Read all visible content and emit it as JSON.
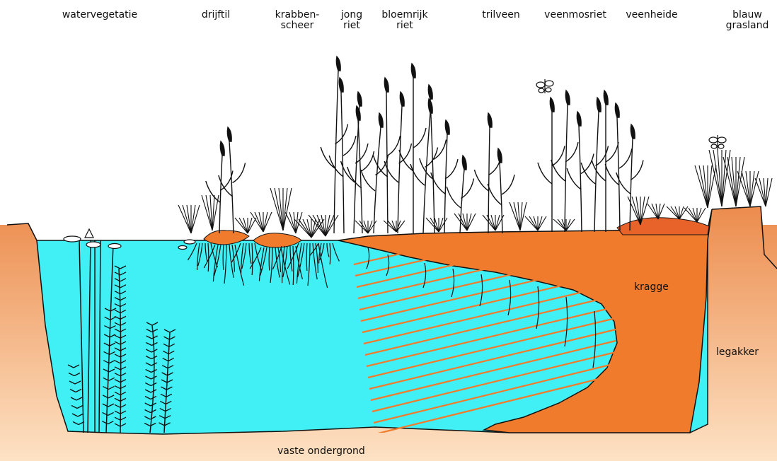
{
  "zones": [
    {
      "id": "watervegetatie",
      "lines": [
        "watervegetatie"
      ]
    },
    {
      "id": "drijftil",
      "lines": [
        "drijftil"
      ]
    },
    {
      "id": "krabbenscheer",
      "lines": [
        "krabben-",
        "scheer"
      ]
    },
    {
      "id": "jong-riet",
      "lines": [
        "jong",
        "riet"
      ]
    },
    {
      "id": "bloemrijk-riet",
      "lines": [
        "bloemrijk",
        "riet"
      ]
    },
    {
      "id": "trilveen",
      "lines": [
        "trilveen"
      ]
    },
    {
      "id": "veenmosriet",
      "lines": [
        "veenmosriet"
      ]
    },
    {
      "id": "veenheide",
      "lines": [
        "veenheide"
      ]
    },
    {
      "id": "blauwgrasland",
      "lines": [
        "blauw",
        "grasland"
      ]
    }
  ],
  "labels": {
    "kragge": "kragge",
    "legakker": "legakker",
    "ground": "vaste ondergrond"
  },
  "colors": {
    "water": "#41f0f5",
    "peat": "#f07b2c",
    "peat_dark": "#e8632a",
    "ground_top": "#ec8c4d",
    "ground_bottom": "#fde2c4",
    "ink": "#111111"
  }
}
